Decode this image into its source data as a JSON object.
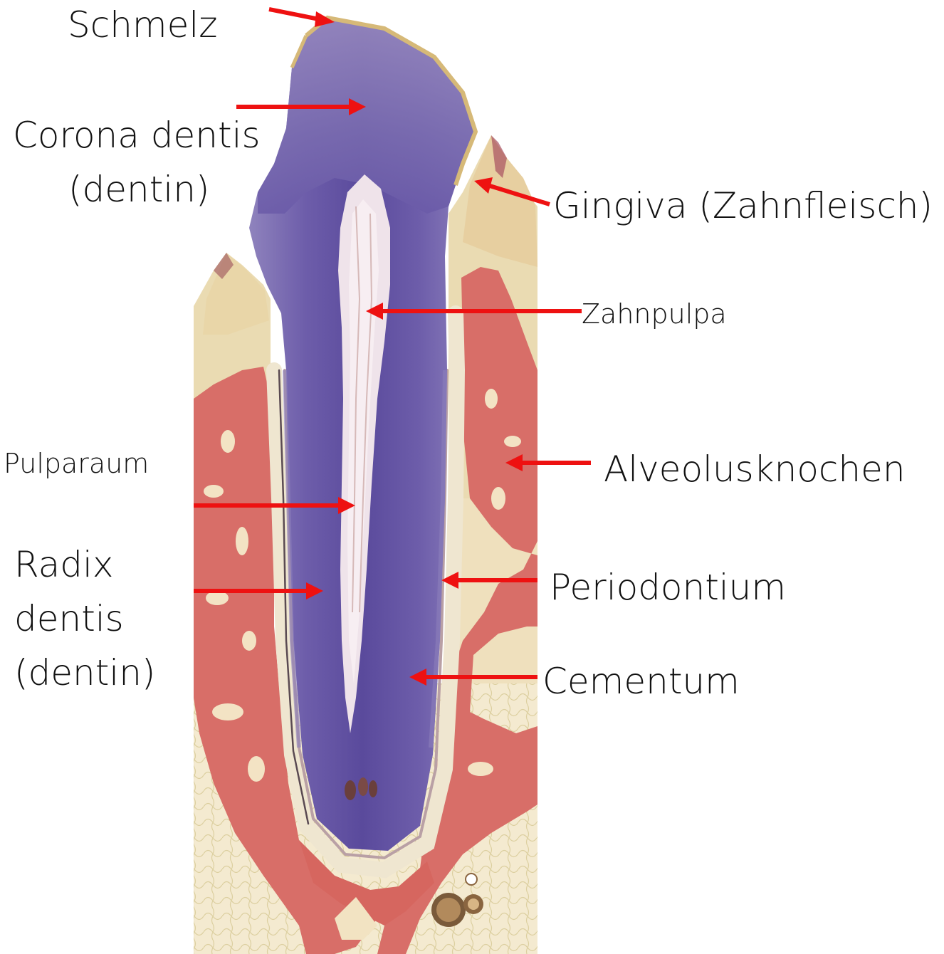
{
  "labels": {
    "schmelz": "Schmelz",
    "corona_line1": "Corona dentis",
    "corona_line2": "(dentin)",
    "gingiva": "Gingiva (Zahnfleisch)",
    "zahnpulpa": "Zahnpulpa",
    "pulparaum": "Pulparaum",
    "alveolusknochen": "Alveolusknochen",
    "radix_line1": "Radix",
    "radix_line2": "dentis",
    "radix_line3": "(dentin)",
    "periodontium": "Periodontium",
    "cementum": "Cementum"
  },
  "colors": {
    "arrow": "#ee1111",
    "dentin": "#6a5aa8",
    "dentin_light": "#a596cc",
    "pulp": "#efe4ec",
    "bone": "#d9716a",
    "soft_tissue": "#efe2bc",
    "enamel": "#c9a86a"
  }
}
